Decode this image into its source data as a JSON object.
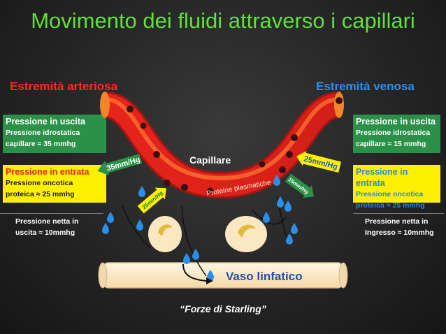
{
  "title": "Movimento dei fluidi  attraverso i capillari",
  "arterial_end": "Estremità arteriosa",
  "venous_end": "Estremità venosa",
  "left": {
    "out_title": "Pressione in uscita",
    "out_line1": "Pressione idrostatica",
    "out_line2": "capillare ≈ 35 mmhg",
    "in_title": "Pressione in entrata",
    "in_line1": "Pressione oncotica",
    "in_line2": "proteica ≈ 25 mmhg",
    "net_line1": "Pressione netta in",
    "net_line2": "uscita ≈ 10mmhg"
  },
  "right": {
    "out_title": "Pressione in uscita",
    "out_line1": "Pressione idrostatica",
    "out_line2": "capillare ≈ 15 mmhg",
    "in_title": "Pressione in entrata",
    "in_line1": "Pressione oncotica",
    "in_line2": "proteica ≈ 25 mmhg",
    "net_line1": "Pressione netta in",
    "net_line2": "Ingresso ≈ 10mmhg"
  },
  "capillary_label": "Capillare",
  "plasma_proteins_label": "Proteine plasmatiche",
  "arrows": {
    "left_out": "35mm/Hg",
    "left_in": "25mm/Hg",
    "right_in": "25mm/Hg",
    "right_out": "15mm/Hg"
  },
  "lymph_label": "Vaso linfatico",
  "caption": "“Forze di Starling”",
  "colors": {
    "title": "#5fe03a",
    "arterial": "#ff2b1e",
    "venous": "#2f8fe8",
    "green_box": "#2b9148",
    "yellow_box": "#ffef00",
    "vessel": "#e8241c",
    "lymph": "#fde9c4"
  }
}
